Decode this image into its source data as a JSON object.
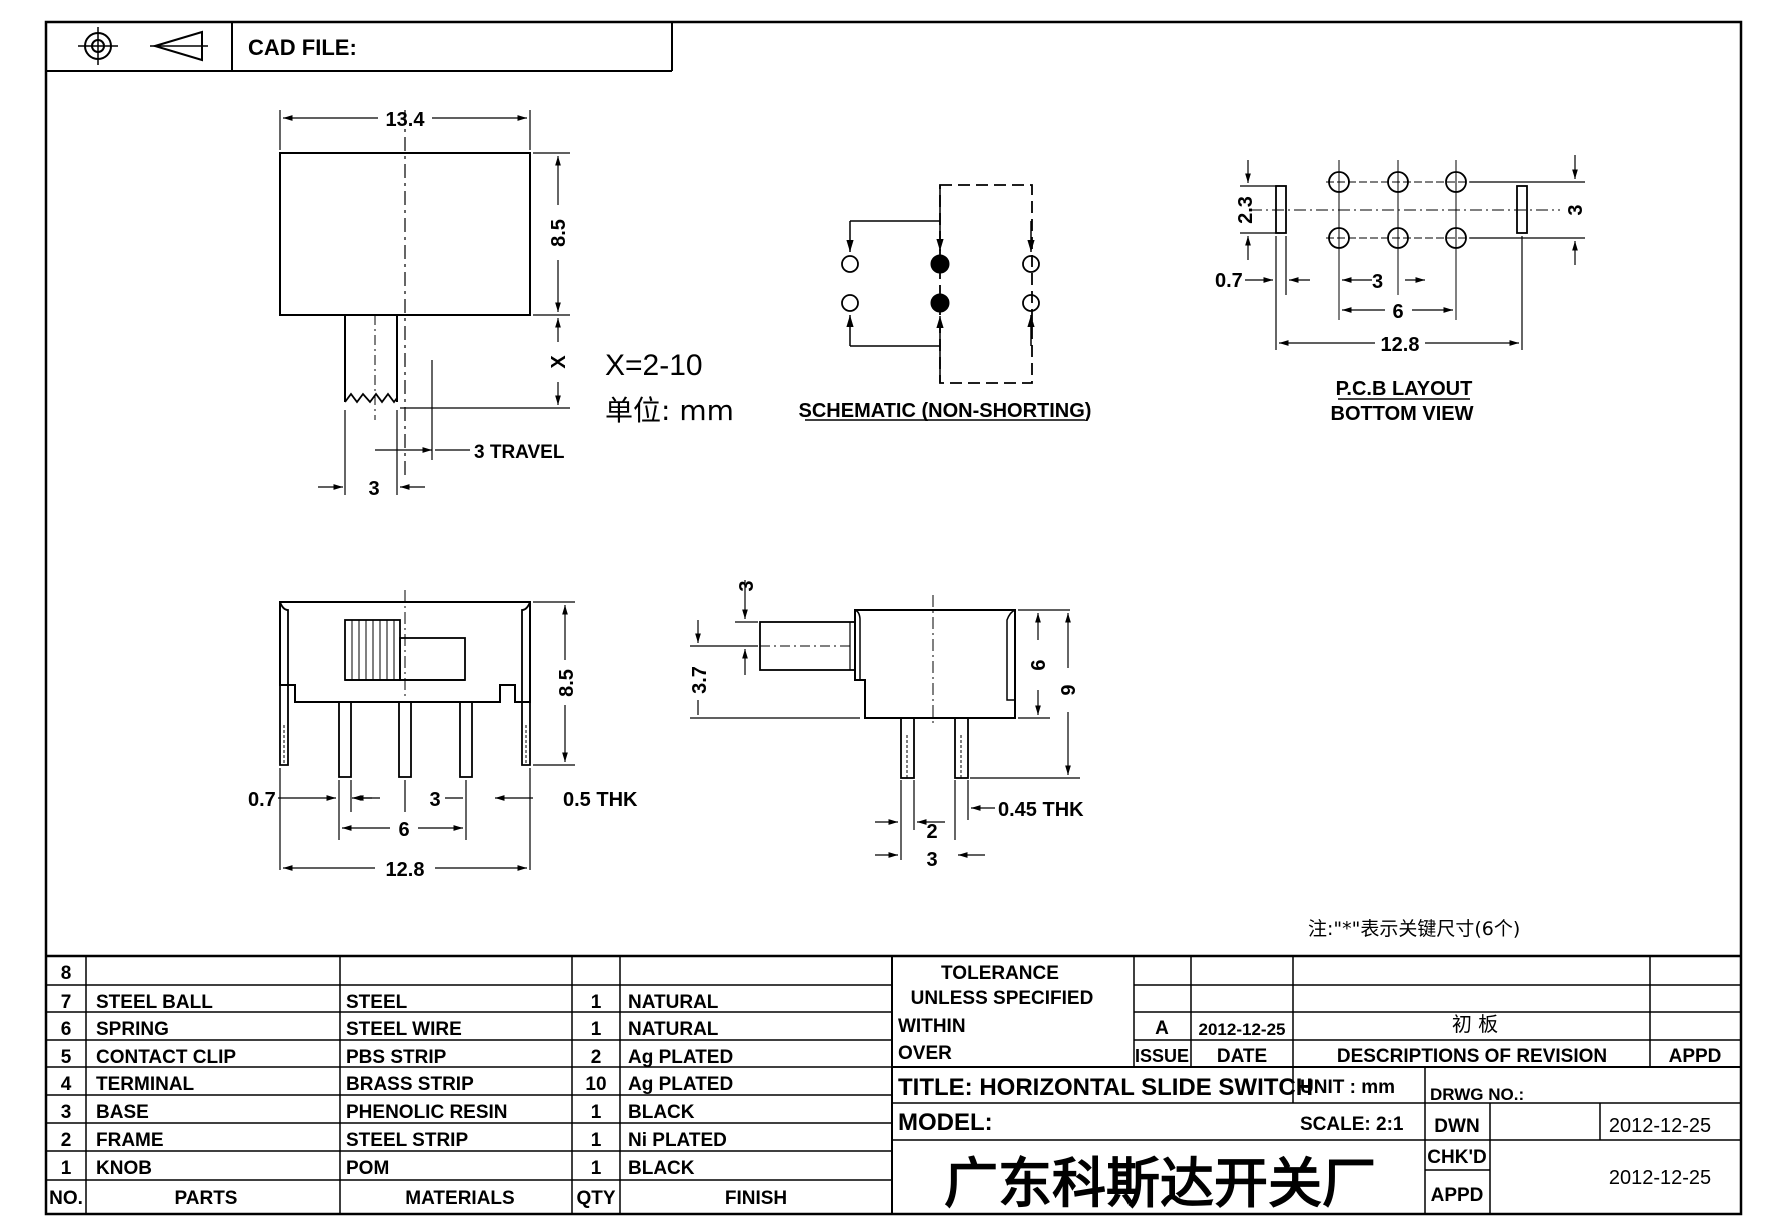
{
  "header": {
    "cad_label": "CAD FILE:",
    "icons": [
      "projection-symbol-crosshair",
      "projection-symbol-cone"
    ]
  },
  "top_view": {
    "dim_width": "13.4",
    "dim_height": "8.5",
    "dim_x": "X",
    "dim_stem": "3",
    "travel_label": "3 TRAVEL",
    "x_range": "X=2-10",
    "unit_label": "单位: mm"
  },
  "schematic": {
    "caption": "SCHEMATIC (NON-SHORTING)"
  },
  "pcb": {
    "dim_2_3": "2.3",
    "dim_3_right": "3",
    "dim_0_7": "0.7",
    "dim_3": "3",
    "dim_6": "6",
    "dim_12_8": "12.8",
    "caption_line1": "P.C.B LAYOUT",
    "caption_line2": "BOTTOM VIEW"
  },
  "front_view": {
    "dim_8_5": "8.5",
    "dim_0_7": "0.7",
    "dim_3": "3",
    "dim_0_5_thk": "0.5 THK",
    "dim_6": "6",
    "dim_12_8": "12.8"
  },
  "side_view": {
    "dim_3_top": "3",
    "dim_3_7": "3.7",
    "dim_6": "6",
    "dim_9": "9",
    "dim_0_45_thk": "0.45 THK",
    "dim_2": "2",
    "dim_3_bottom": "3"
  },
  "note": "注:\"*\"表示关键尺寸(6个)",
  "bom": {
    "rows": [
      {
        "no": "8",
        "part": "",
        "material": "",
        "qty": "",
        "finish": ""
      },
      {
        "no": "7",
        "part": "STEEL BALL",
        "material": "STEEL",
        "qty": "1",
        "finish": "NATURAL"
      },
      {
        "no": "6",
        "part": "SPRING",
        "material": "STEEL WIRE",
        "qty": "1",
        "finish": "NATURAL"
      },
      {
        "no": "5",
        "part": "CONTACT CLIP",
        "material": "PBS STRIP",
        "qty": "2",
        "finish": "Ag PLATED"
      },
      {
        "no": "4",
        "part": "TERMINAL",
        "material": "BRASS STRIP",
        "qty": "10",
        "finish": "Ag PLATED"
      },
      {
        "no": "3",
        "part": "BASE",
        "material": "PHENOLIC RESIN",
        "qty": "1",
        "finish": "BLACK"
      },
      {
        "no": "2",
        "part": "FRAME",
        "material": "STEEL STRIP",
        "qty": "1",
        "finish": "Ni PLATED"
      },
      {
        "no": "1",
        "part": "KNOB",
        "material": "POM",
        "qty": "1",
        "finish": "BLACK"
      }
    ],
    "header": {
      "no": "NO.",
      "part": "PARTS",
      "material": "MATERIALS",
      "qty": "QTY",
      "finish": "FINISH"
    }
  },
  "title_block": {
    "tolerance_line1": "TOLERANCE",
    "tolerance_line2": "UNLESS   SPECIFIED",
    "within": "WITHIN",
    "over": "OVER",
    "rev_issue": "A",
    "rev_date": "2012-12-25",
    "rev_desc": "初 板",
    "col_issue": "ISSUE",
    "col_date": "DATE",
    "col_desc": "DESCRIPTIONS  OF  REVISION",
    "col_appd": "APPD",
    "title": "TITLE:  HORIZONTAL  SLIDE  SWITCH",
    "model": "MODEL:",
    "unit": "UNIT : mm",
    "scale": "SCALE:  2:1",
    "drwg_no": "DRWG  NO.:",
    "company": "广东科斯达开关厂",
    "dwn_label": "DWN",
    "dwn_date": "2012-12-25",
    "chkd_label": "CHK'D",
    "appd_label": "APPD",
    "chk_date": "2012-12-25"
  }
}
